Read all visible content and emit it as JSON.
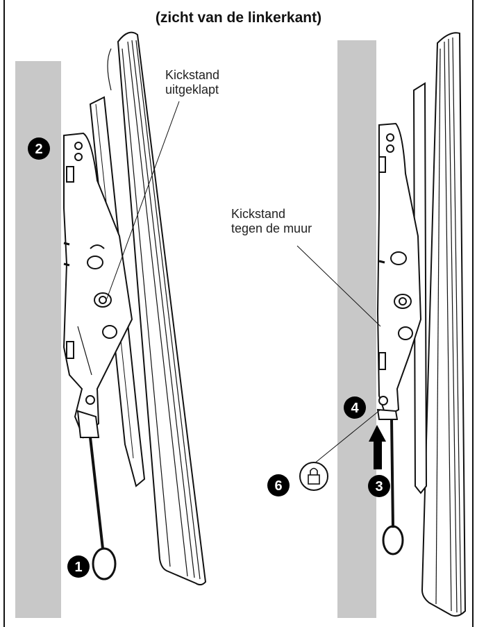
{
  "title": "(zicht van de linkerkant)",
  "labels": {
    "kick_out_line1": "Kickstand",
    "kick_out_line2": "uitgeklapt",
    "kick_wall_line1": "Kickstand",
    "kick_wall_line2": "tegen de muur"
  },
  "callouts": {
    "c1": "1",
    "c2": "2",
    "c3": "3",
    "c4": "4",
    "c6": "6"
  },
  "icons": {
    "lock": "padlock-icon",
    "arrow": "arrow-up-icon",
    "pull_ring": "pull-ring-icon"
  },
  "colors": {
    "wall": "#c8c8c8",
    "ink": "#111111",
    "callout_fill": "#000000",
    "callout_text": "#ffffff"
  }
}
